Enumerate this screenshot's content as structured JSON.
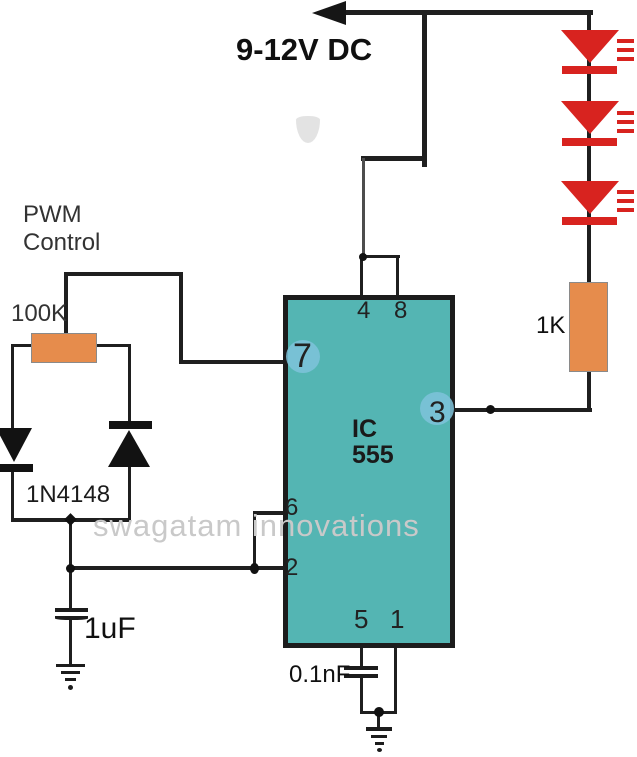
{
  "supply": {
    "label": "9-12V DC"
  },
  "pwm": {
    "line1": "PWM",
    "line2": "Control"
  },
  "components": {
    "pot": {
      "label": "100K"
    },
    "diodes": {
      "label": "1N4148"
    },
    "cap_timing": {
      "label": "1uF"
    },
    "cap_control": {
      "label": "0.1nF"
    },
    "led_resistor": {
      "label": "1K"
    },
    "ic": {
      "name_line1": "IC",
      "name_line2": "555"
    }
  },
  "ic_pins": {
    "p1": "1",
    "p2": "2",
    "p3": "3",
    "p4": "4",
    "p5": "5",
    "p6": "6",
    "p7": "7",
    "p8": "8"
  },
  "watermark": "swagatam innovations",
  "colors": {
    "ic_fill": "#54b5b3",
    "pin_highlight": "#7fc3da",
    "resistor": "#e68c4c",
    "led": "#d8231f",
    "wire": "#1f1f1f"
  }
}
